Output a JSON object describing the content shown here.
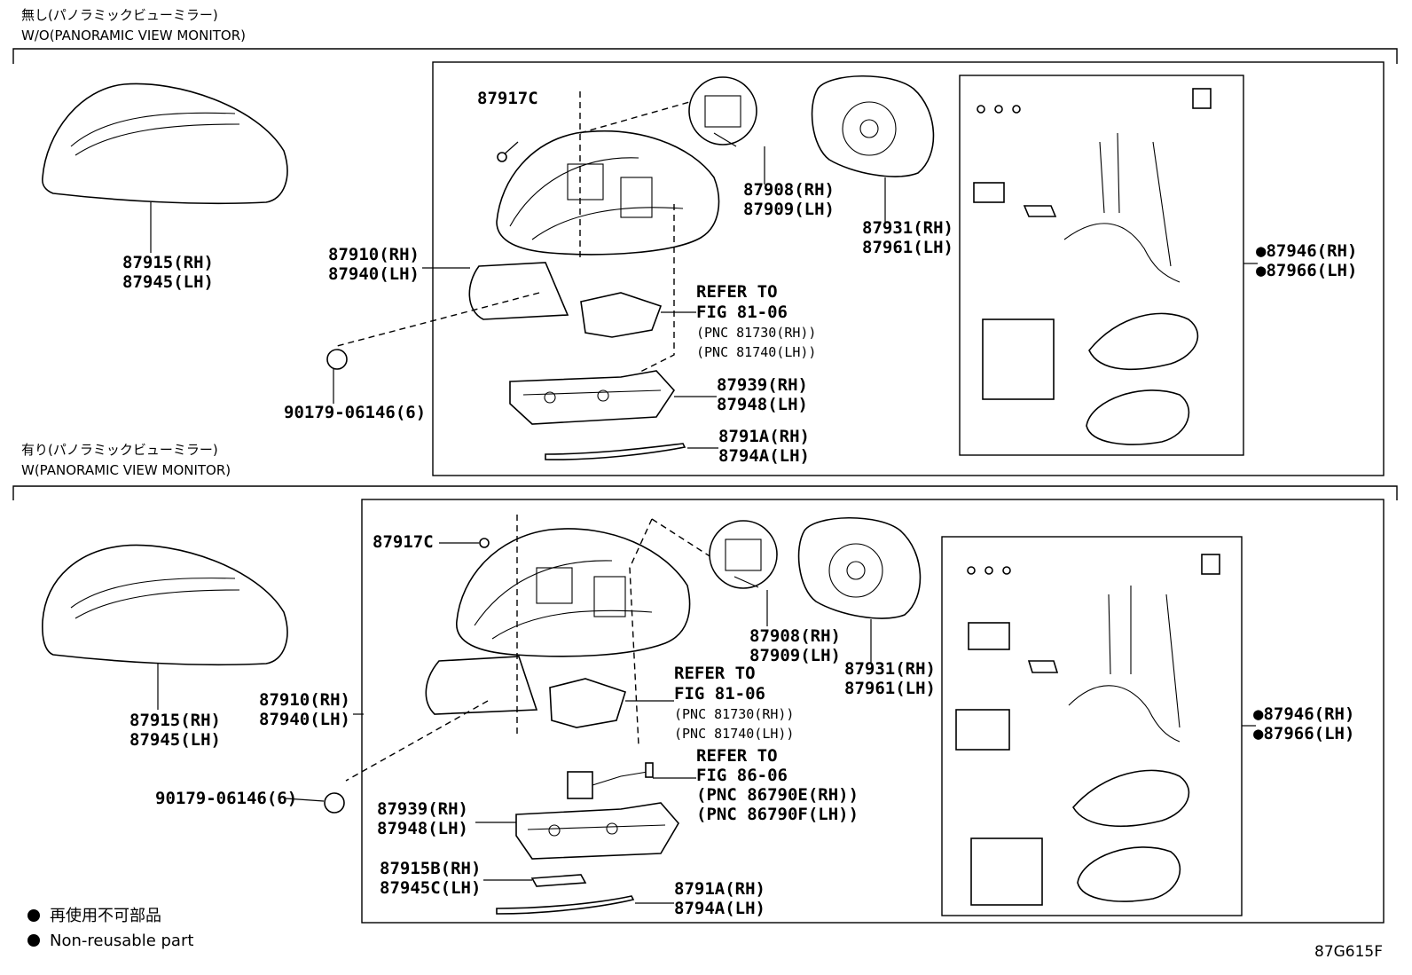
{
  "top_section": {
    "header_ja": "無し(パノラミックビューミラー)",
    "header_en": "W/O(PANORAMIC VIEW MONITOR)",
    "cover_rh": "87915(RH)",
    "cover_lh": "87945(LH)",
    "screw": "87917C",
    "mirror_rh": "87910(RH)",
    "mirror_lh": "87940(LH)",
    "clip": "90179-06146(6)",
    "actuator_rh": "87908(RH)",
    "actuator_lh": "87909(LH)",
    "glass_rh": "87931(RH)",
    "glass_lh": "87961(LH)",
    "kit_rh": "●87946(RH)",
    "kit_lh": "●87966(LH)",
    "refer1_title": "REFER TO",
    "refer1_fig": "FIG 81-06",
    "refer1_pnc_rh": "(PNC 81730(RH))",
    "refer1_pnc_lh": "(PNC 81740(LH))",
    "lamp_rh": "87939(RH)",
    "lamp_lh": "87948(LH)",
    "garnish_rh": "8791A(RH)",
    "garnish_lh": "8794A(LH)"
  },
  "bottom_section": {
    "header_ja": "有り(パノラミックビューミラー)",
    "header_en": "W(PANORAMIC VIEW MONITOR)",
    "cover_rh": "87915(RH)",
    "cover_lh": "87945(LH)",
    "screw": "87917C",
    "mirror_rh": "87910(RH)",
    "mirror_lh": "87940(LH)",
    "clip": "90179-06146(6)",
    "actuator_rh": "87908(RH)",
    "actuator_lh": "87909(LH)",
    "glass_rh": "87931(RH)",
    "glass_lh": "87961(LH)",
    "kit_rh": "●87946(RH)",
    "kit_lh": "●87966(LH)",
    "refer1_title": "REFER TO",
    "refer1_fig": "FIG 81-06",
    "refer1_pnc_rh": "(PNC 81730(RH))",
    "refer1_pnc_lh": "(PNC 81740(LH))",
    "refer2_title": "REFER TO",
    "refer2_fig": "FIG 86-06",
    "refer2_pnc_rh": "(PNC 86790E(RH))",
    "refer2_pnc_lh": "(PNC 86790F(LH))",
    "lamp_rh": "87939(RH)",
    "lamp_lh": "87948(LH)",
    "cover2_rh": "87915B(RH)",
    "cover2_lh": "87945C(LH)",
    "garnish_rh": "8791A(RH)",
    "garnish_lh": "8794A(LH)"
  },
  "legend": {
    "ja": "再使用不可部品",
    "en": "Non-reusable part"
  },
  "diagram_code": "87G615F"
}
